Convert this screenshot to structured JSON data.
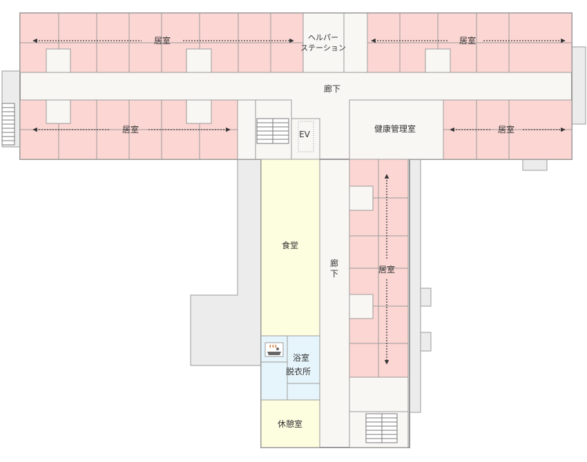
{
  "colors": {
    "room": "#fcd6d3",
    "dining": "#fdfde0",
    "bath": "#e6f5fb",
    "lounge": "#fdfde0",
    "corridor": "#f8f7f4",
    "outside": "#ececec",
    "wall": "#9a9a9a",
    "line": "#9a9a9a"
  },
  "floor_plan": {
    "rooms": {
      "residence_nw": "居室",
      "residence_ne": "居室",
      "residence_w": "居室",
      "residence_e": "居室",
      "residence_south_wing": "居室",
      "helper_station_line1": "ヘルパー",
      "helper_station_line2": "ステーション",
      "corridor_main": "廊下",
      "corridor_wing_1": "廊",
      "corridor_wing_2": "下",
      "elevator": "EV",
      "health_office": "健康管理室",
      "dining": "食堂",
      "bath_line1": "浴室",
      "bath_line2": "脱衣所",
      "lounge": "休憩室"
    },
    "icons": {
      "bath_icon": "hot-spring-bath-icon"
    }
  }
}
